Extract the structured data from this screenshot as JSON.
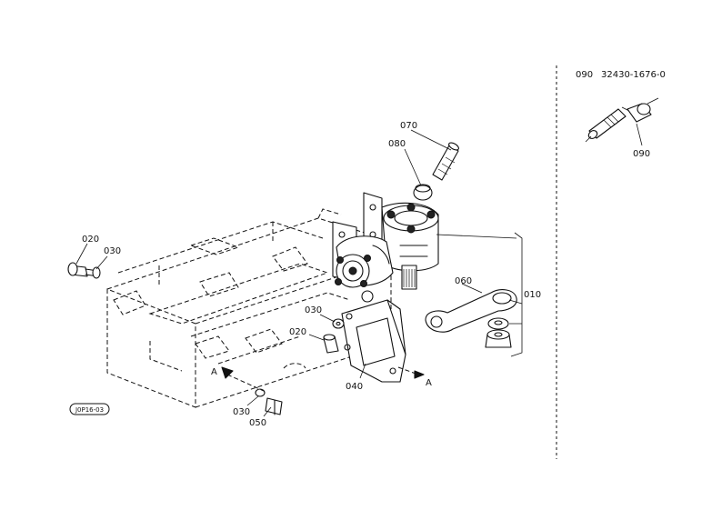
{
  "callouts": {
    "p070": "070",
    "p080": "080",
    "p060": "060",
    "p010": "010",
    "p020_left": "020",
    "p030_left": "030",
    "p030_mid": "030",
    "p020_mid": "020",
    "p040": "040",
    "p030_bottom": "030",
    "p050": "050",
    "p090": "090"
  },
  "section_markers": {
    "left": "A",
    "right": "A"
  },
  "reference_code": "J0P16-03",
  "detail_panel": {
    "part_no": "090",
    "part_number": "32430-1676-0"
  }
}
